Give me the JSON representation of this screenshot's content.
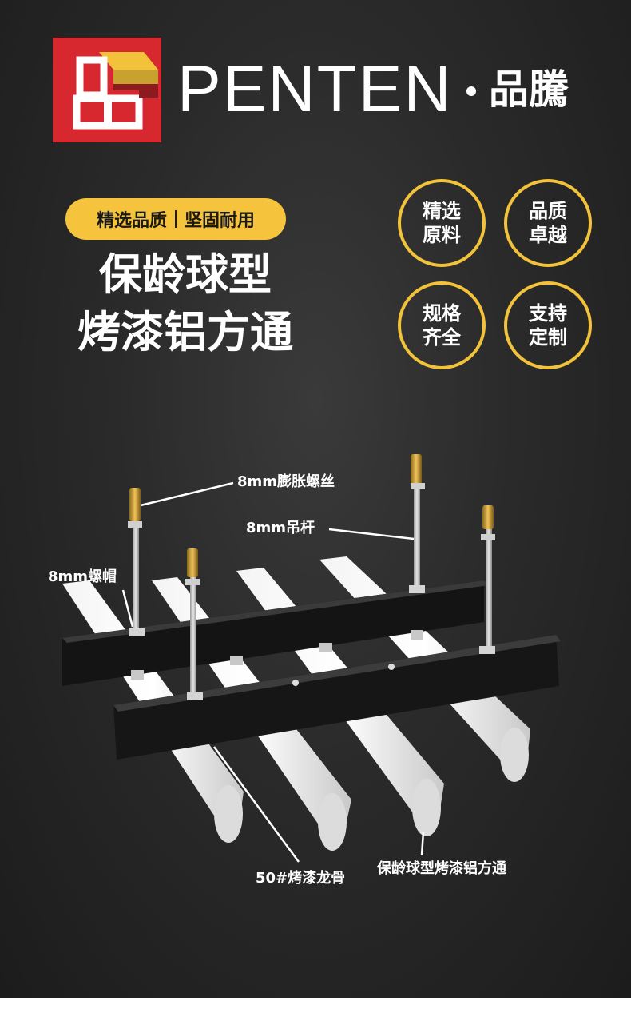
{
  "header": {
    "brand_en": "PENTEN",
    "brand_cn": "品騰",
    "logo_color": "#d7282f"
  },
  "tagline": {
    "left": "精选品质",
    "right": "坚固耐用",
    "color": "#f6c33c"
  },
  "title": {
    "line1": "保龄球型",
    "line2": "烤漆铝方通"
  },
  "badges": [
    {
      "line1": "精选",
      "line2": "原料"
    },
    {
      "line1": "品质",
      "line2": "卓越"
    },
    {
      "line1": "规格",
      "line2": "齐全"
    },
    {
      "line1": "支持",
      "line2": "定制"
    }
  ],
  "badge_color": "#f2c23a",
  "callouts": {
    "bolt": "8mm膨胀螺丝",
    "rod": "8mm吊杆",
    "nut": "8mm螺帽",
    "keel": "50#烤漆龙骨",
    "tube": "保龄球型烤漆铝方通"
  }
}
